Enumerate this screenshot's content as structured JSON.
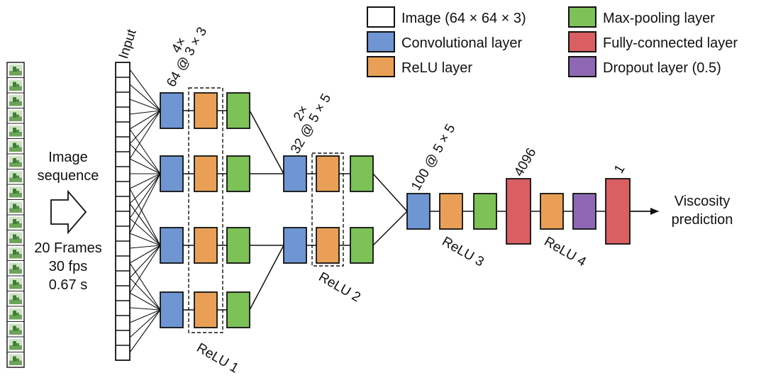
{
  "legend": {
    "image": "Image (64 × 64 × 3)",
    "conv": "Convolutional layer",
    "relu": "ReLU layer",
    "maxpool": "Max-pooling layer",
    "fc": "Fully-connected layer",
    "dropout": "Dropout layer (0.5)"
  },
  "colors": {
    "conv": "#6f95d3",
    "relu": "#e9a056",
    "maxpool": "#7cc257",
    "fc": "#d95f63",
    "dropout": "#8e68b4",
    "image": "#ffffff"
  },
  "input_label": "Input",
  "image_sequence_label": [
    "Image",
    "sequence"
  ],
  "frames_info": [
    "20 Frames",
    "30 fps",
    "0.67 s"
  ],
  "stage1": {
    "repeat": "4×",
    "filters": "64 @ 3 × 3",
    "relu": "ReLU 1"
  },
  "stage2": {
    "repeat": "2×",
    "filters": "32 @ 5 × 5",
    "relu": "ReLU 2"
  },
  "stage3": {
    "filters": "100 @ 5 × 5",
    "relu": "ReLU 3"
  },
  "fc1": {
    "units": "4096",
    "relu": "ReLU 4"
  },
  "fc2": {
    "units": "1"
  },
  "output_label": [
    "Viscosity",
    "prediction"
  ]
}
